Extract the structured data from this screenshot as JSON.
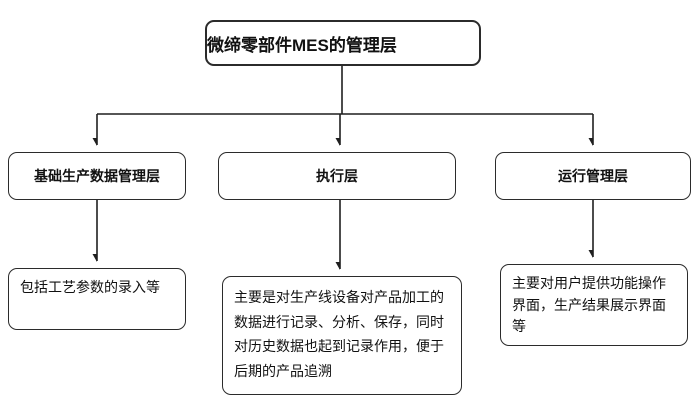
{
  "diagram": {
    "root": {
      "label": "微缔零部件MES的管理层"
    },
    "level2": [
      {
        "id": "basic-production-data",
        "label": "基础生产数据管理层"
      },
      {
        "id": "execution",
        "label": "执行层"
      },
      {
        "id": "operation-management",
        "label": "运行管理层"
      }
    ],
    "level3": [
      {
        "id": "basic-production-data-desc",
        "label": "包括工艺参数的录入等"
      },
      {
        "id": "execution-desc",
        "label": "主要是对生产线设备对产品加工的数据进行记录、分析、保存，同时对历史数据也起到记录作用，便于后期的产品追溯"
      },
      {
        "id": "operation-management-desc",
        "label": "主要对用户提供功能操作界面，生产结果展示界面等"
      }
    ],
    "colors": {
      "line": "#1f1f1f",
      "border": "#2b2b2b",
      "background": "#ffffff",
      "text": "#111111"
    }
  }
}
